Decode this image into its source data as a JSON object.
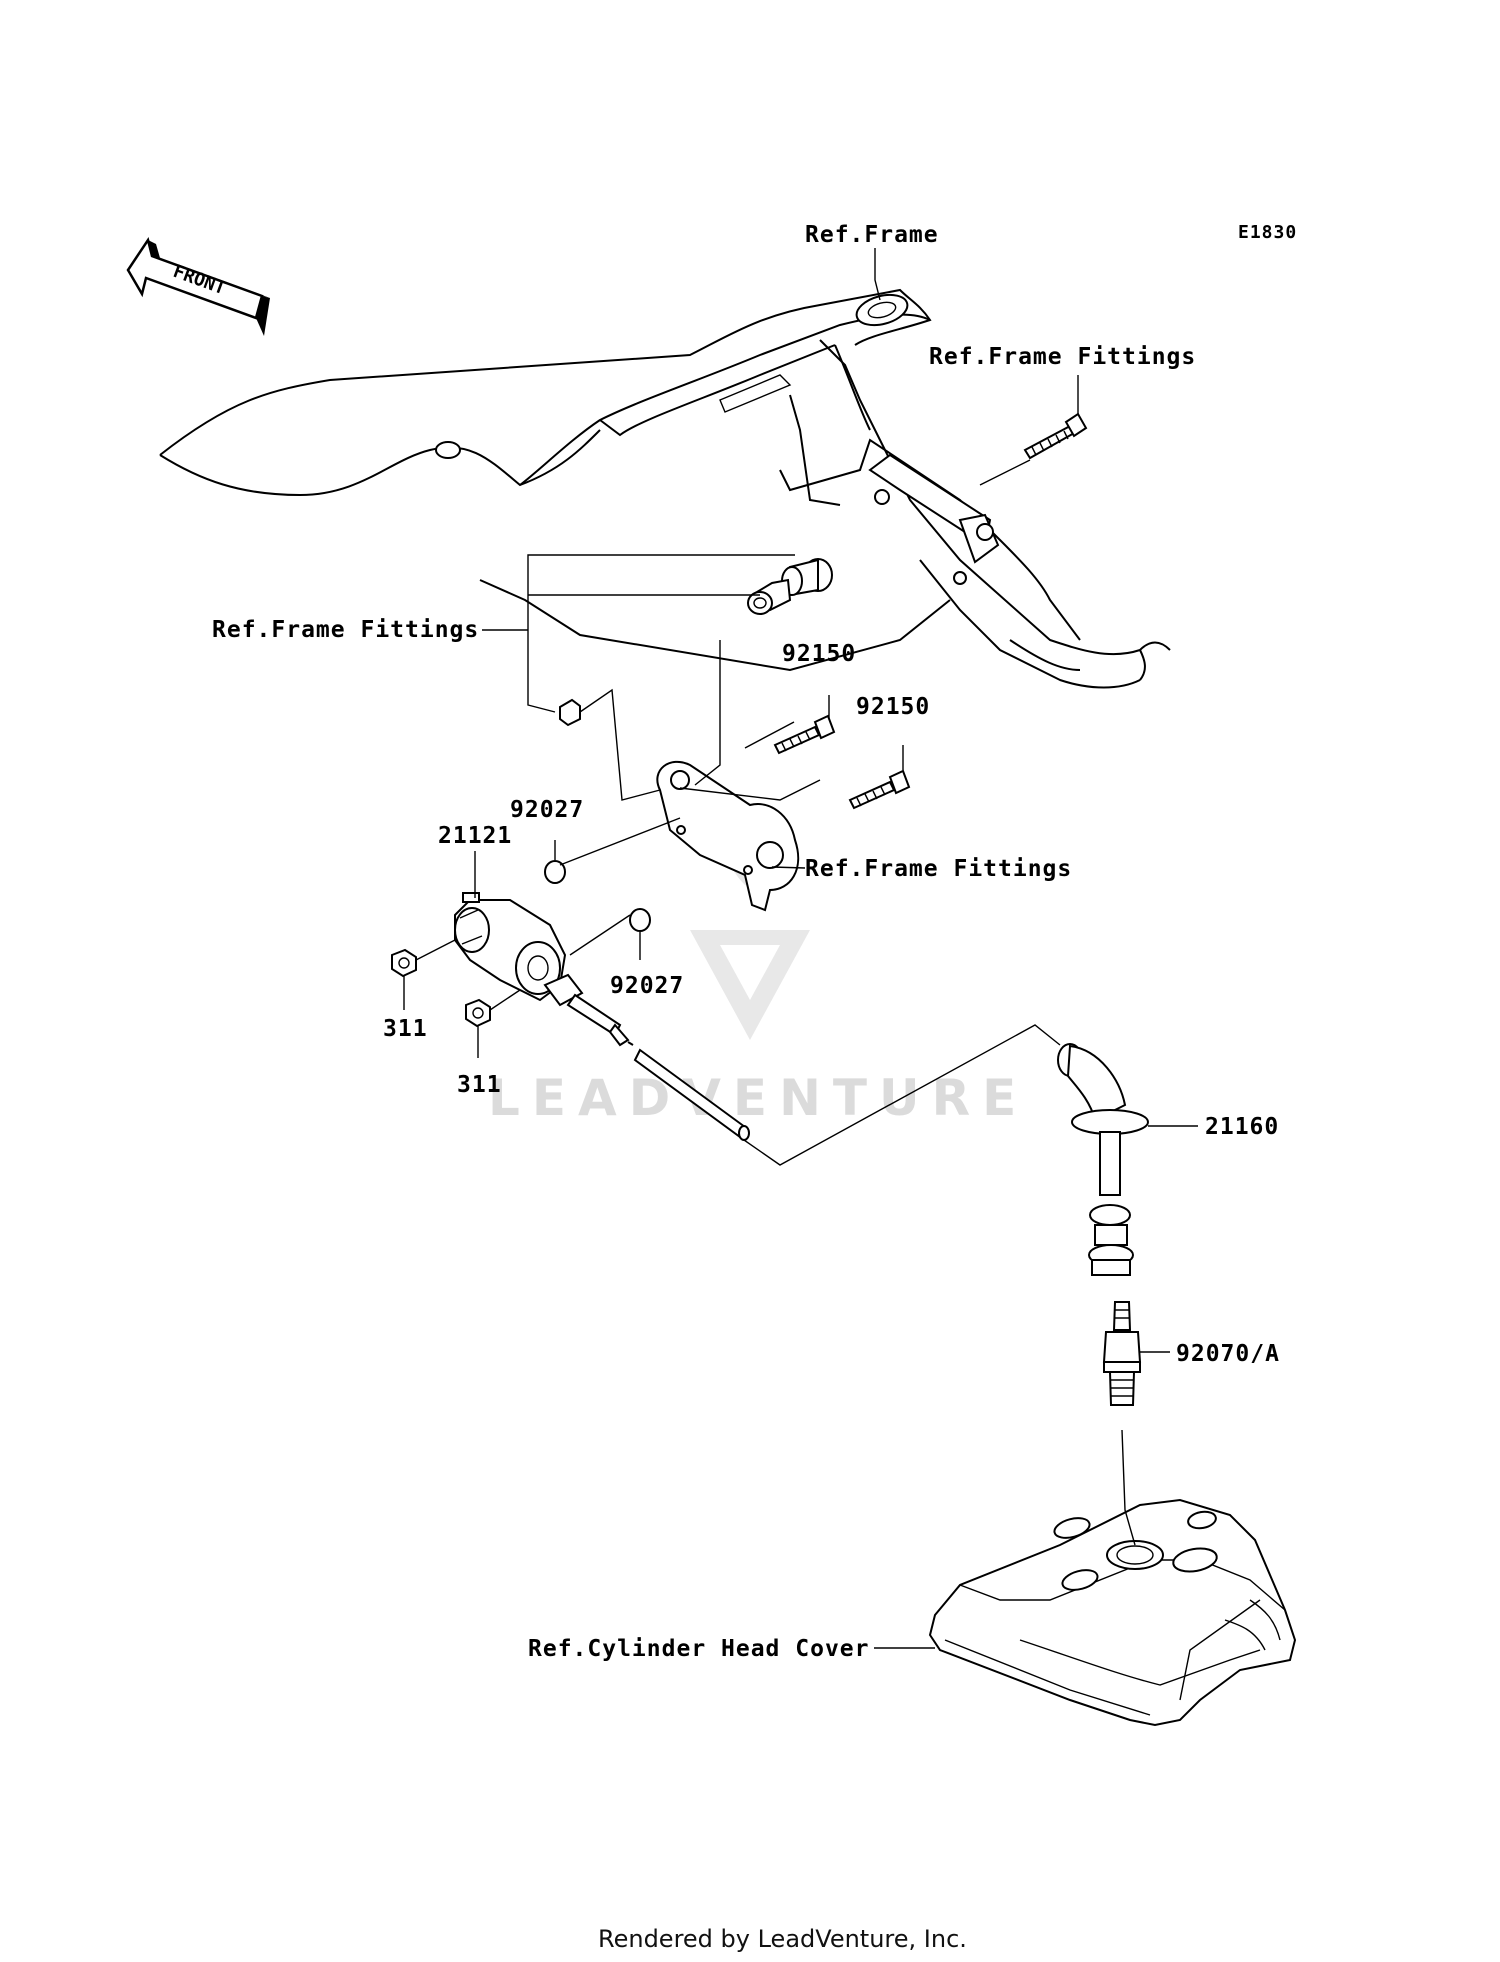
{
  "diagram_code": "E1830",
  "front_arrow_label": "FRONT",
  "callouts": {
    "ref_frame": "Ref.Frame",
    "ref_frame_fittings_top": "Ref.Frame Fittings",
    "ref_frame_fittings_left": "Ref.Frame Fittings",
    "ref_frame_fittings_bracket": "Ref.Frame Fittings",
    "part_92150_a": "92150",
    "part_92150_b": "92150",
    "part_92027_a": "92027",
    "part_92027_b": "92027",
    "part_21121": "21121",
    "part_311_a": "311",
    "part_311_b": "311",
    "part_21160": "21160",
    "part_92070a": "92070/A",
    "ref_cylinder_head_cover": "Ref.Cylinder Head Cover"
  },
  "watermark": "LEADVENTURE",
  "footer_text": "Rendered by LeadVenture, Inc."
}
